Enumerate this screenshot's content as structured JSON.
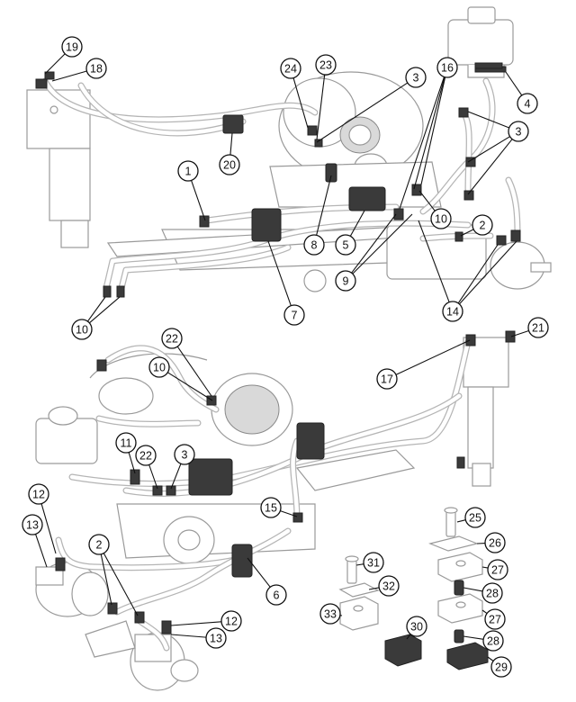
{
  "callouts": [
    "19",
    "18",
    "24",
    "23",
    "3",
    "16",
    "4",
    "3",
    "20",
    "1",
    "8",
    "5",
    "10",
    "2",
    "9",
    "10",
    "7",
    "14",
    "22",
    "10",
    "17",
    "21",
    "11",
    "22",
    "3",
    "12",
    "15",
    "13",
    "2",
    "6",
    "12",
    "13",
    "25",
    "26",
    "31",
    "32",
    "27",
    "28",
    "33",
    "30",
    "27",
    "28",
    "29"
  ],
  "colors": {
    "line": "#111111",
    "part_outline": "#9a9a9a",
    "hose": "#b5b5b5",
    "dark": "#3a3a3a"
  }
}
